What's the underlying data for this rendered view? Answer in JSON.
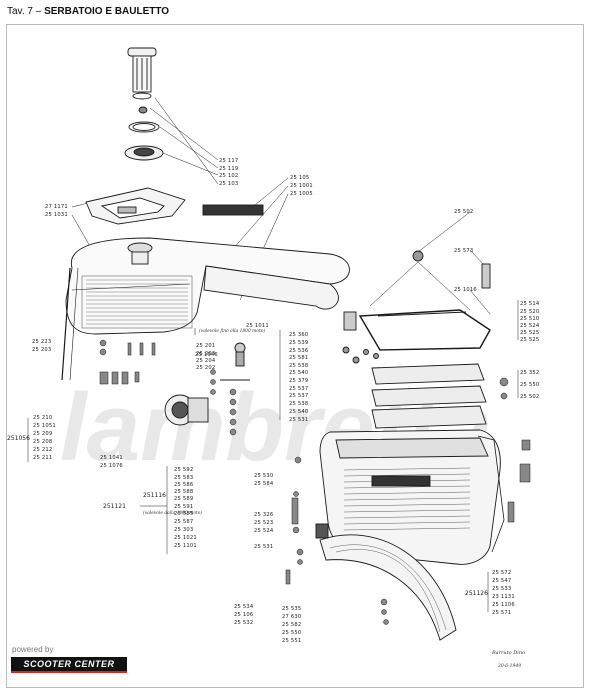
{
  "title": {
    "prefix": "Tav. 7 – ",
    "main": "SERBATOIO E BAULETTO"
  },
  "powered_by": "powered by",
  "logo_text": "SCOOTER CENTER",
  "watermark": "lambretta",
  "signature": "Barruto Dino",
  "signature_date": "20-6-1949",
  "notes": {
    "note_a": "(valevole fino alla 1800 moto)",
    "note_b": "(valevole dalla 1800 moto)"
  },
  "groups": {
    "g_251056": "251056",
    "g_251116": "251116",
    "g_251121": "251121",
    "g_251126": "251126"
  },
  "labels": {
    "l01": "25 117",
    "l02": "25 119",
    "l03": "25 102",
    "l04": "25 103",
    "l05": "25 105",
    "l06": "25 1001",
    "l07": "25 1005",
    "l08": "27 1171",
    "l09": "25 1031",
    "l10": "25 502",
    "l11": "25 573",
    "l12": "25 1016",
    "l13": "25 514",
    "l14": "25 520",
    "l15": "25 510",
    "l16": "25 524",
    "l17": "25 525",
    "l18": "25 525",
    "l19": "25 223",
    "l20": "25 203",
    "l21": "25 201",
    "l22": "25 203",
    "l23": "25 204",
    "l24": "25 202",
    "l25": "25 1011",
    "l26": "25 1046",
    "l27": "25 360",
    "l28": "25 539",
    "l29": "25 536",
    "l30": "25 581",
    "l31": "25 538",
    "l32": "25 540",
    "l33": "25 379",
    "l34": "25 537",
    "l35": "25 537",
    "l36": "25 538",
    "l37": "25 540",
    "l38": "25 531",
    "l39": "25 210",
    "l40": "25 1051",
    "l41": "25 209",
    "l42": "25 208",
    "l43": "25 212",
    "l44": "25 211",
    "l45": "25 1041",
    "l46": "25 1076",
    "l47": "25 352",
    "l48": "25 550",
    "l49": "25 502",
    "l50": "25 592",
    "l51": "25 583",
    "l52": "25 586",
    "l53": "25 588",
    "l54": "25 589",
    "l55": "25 591",
    "l56": "25 585",
    "l57": "25 587",
    "l58": "25 303",
    "l59": "25 1021",
    "l60": "25 1101",
    "l61": "25 530",
    "l62": "25 584",
    "l63": "25 326",
    "l64": "25 523",
    "l65": "25 524",
    "l66": "25 531",
    "l67": "25 572",
    "l68": "25 547",
    "l69": "25 533",
    "l70": "23 1131",
    "l71": "25 1106",
    "l72": "25 571",
    "l73": "25 534",
    "l74": "25 106",
    "l75": "25 532",
    "l76": "25 535",
    "l77": "27 630",
    "l78": "25 582",
    "l79": "25 550",
    "l80": "25 551"
  },
  "colors": {
    "ink": "#1a1a1a",
    "frame": "#bbbbbb",
    "watermark": "#e6e6e6",
    "logo_bg": "#111111",
    "logo_accent": "#dd2222"
  }
}
